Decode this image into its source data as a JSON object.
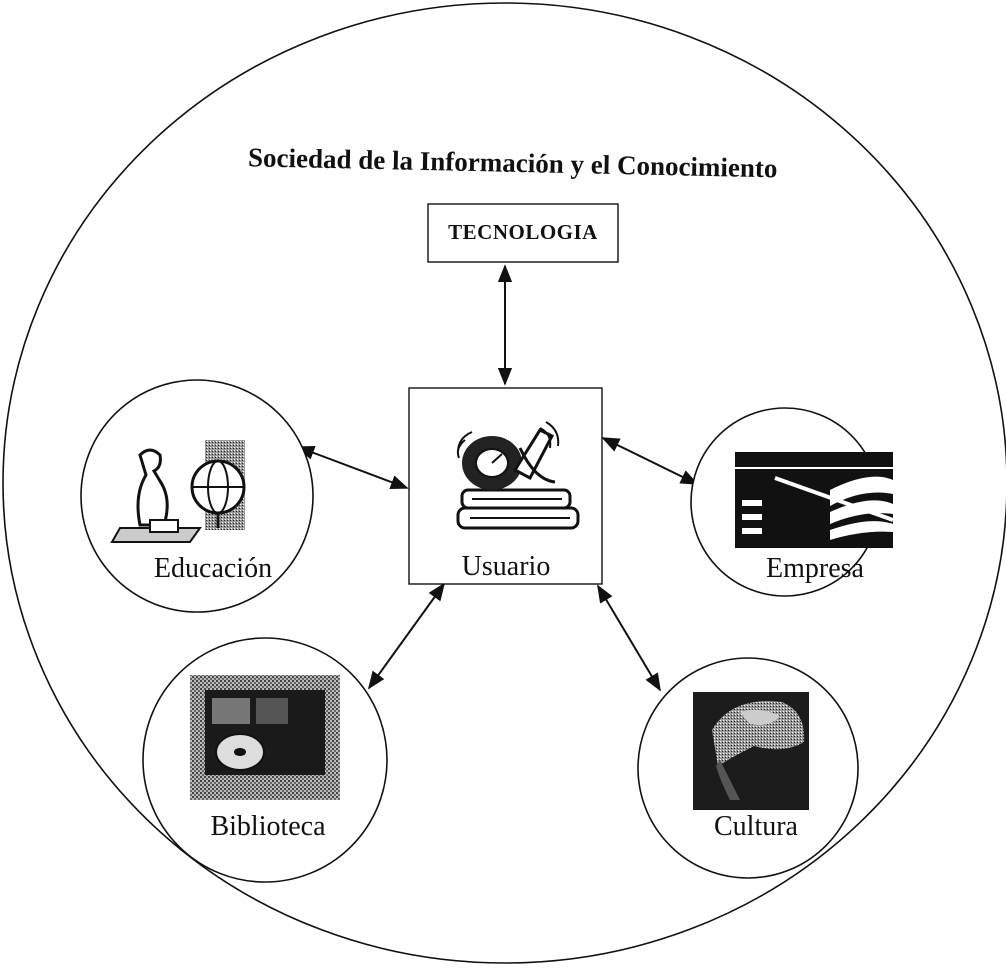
{
  "title": "Sociedad de la Información y el Conocimiento",
  "top_box": "TECNOLOGIA",
  "center": {
    "label": "Usuario",
    "icon": "books-and-clock-icon"
  },
  "nodes": {
    "educacion": {
      "label": "Educación",
      "icon": "teacher-globe-icon"
    },
    "empresa": {
      "label": "Empresa",
      "icon": "building-icon"
    },
    "biblioteca": {
      "label": "Biblioteca",
      "icon": "computer-cd-icon"
    },
    "cultura": {
      "label": "Cultura",
      "icon": "globe-photo-icon"
    }
  }
}
